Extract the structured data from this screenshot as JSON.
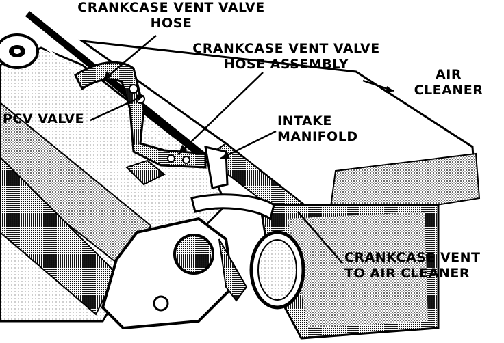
{
  "labels": {
    "vent_valve_hose": [
      "CRANKCASE VENT VALVE",
      "HOSE"
    ],
    "vent_valve_hose_assembly": [
      "CRANKCASE VENT VALVE",
      "HOSE ASSEMBLY"
    ],
    "air_cleaner": [
      "AIR",
      "CLEANER"
    ],
    "pcv_valve": [
      "PCV VALVE"
    ],
    "intake_manifold": [
      "INTAKE",
      "MANIFOLD"
    ],
    "vent_to_air_cleaner": [
      "CRANKCASE VENT",
      "TO AIR CLEANER"
    ]
  },
  "colors": {
    "ink": "#000000",
    "paper": "#ffffff"
  }
}
